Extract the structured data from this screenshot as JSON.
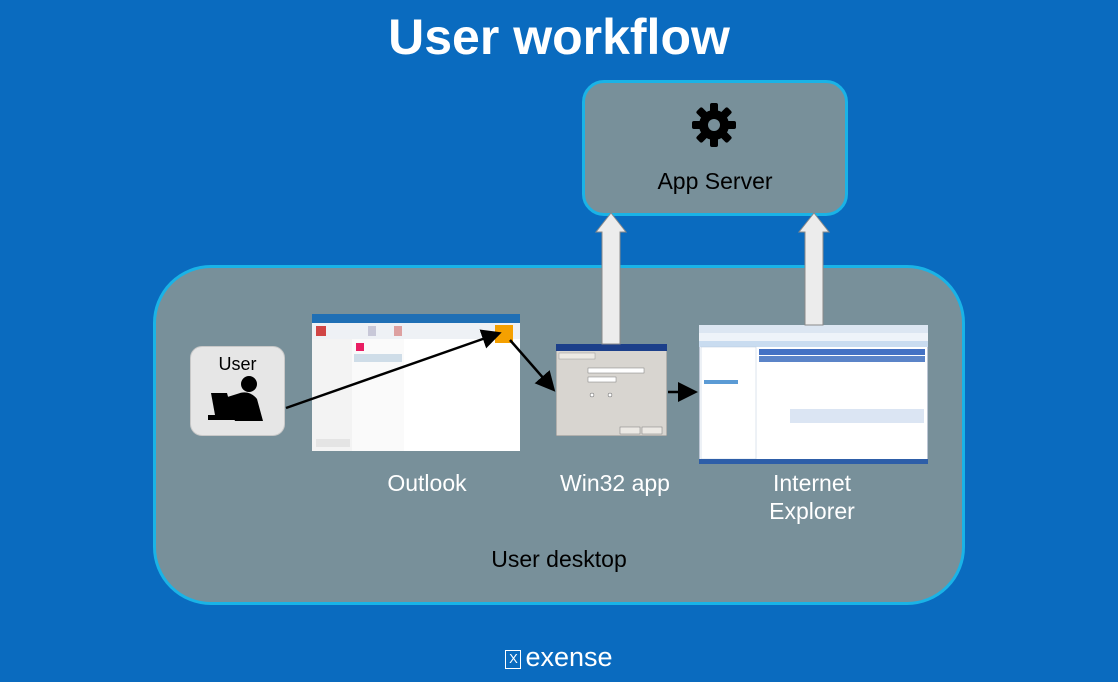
{
  "title": "User workflow",
  "nodes": {
    "app_server": "App Server",
    "user": "User",
    "outlook": "Outlook",
    "win32": "Win32 app",
    "ie_line1": "Internet",
    "ie_line2": "Explorer",
    "desktop": "User desktop"
  },
  "footer": {
    "brand_mark": "X",
    "brand": "exense"
  },
  "icons": [
    "gear-icon",
    "user-laptop-icon"
  ],
  "colors": {
    "background": "#0a6bbf",
    "container_fill": "#78909a",
    "container_border": "#1ab3e6",
    "node_fill": "#e6e6e6"
  }
}
